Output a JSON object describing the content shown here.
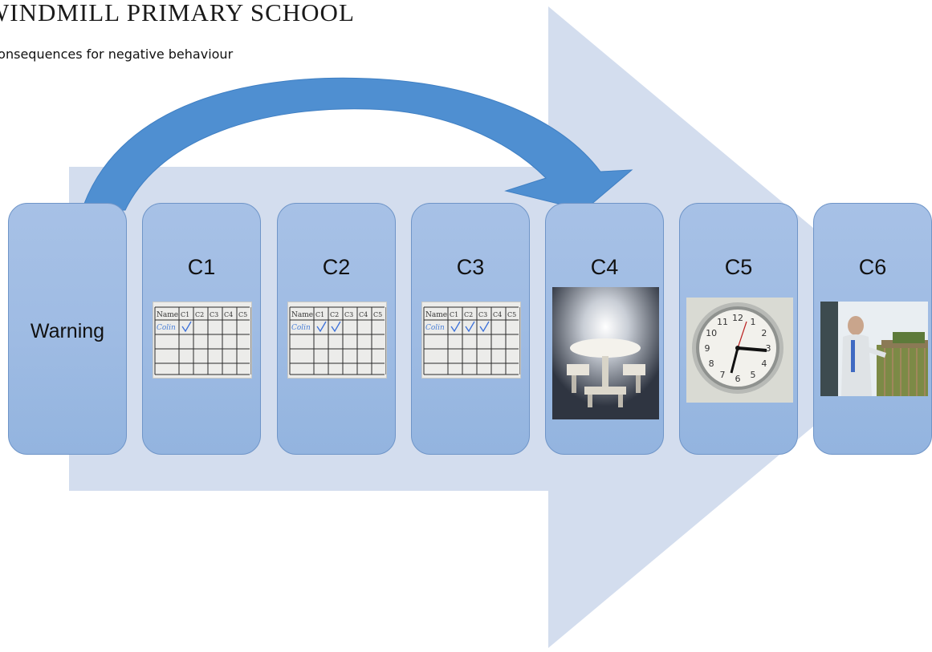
{
  "header": {
    "school_name": "WINDMILL PRIMARY SCHOOL",
    "subtitle": "Consequences for negative behaviour"
  },
  "steps": [
    {
      "label": "Warning"
    },
    {
      "label": "C1",
      "board": {
        "headers": [
          "Name",
          "C1",
          "C2",
          "C3",
          "C4",
          "C5"
        ],
        "name": "Colin",
        "ticks": 1
      }
    },
    {
      "label": "C2",
      "board": {
        "headers": [
          "Name",
          "C1",
          "C2",
          "C3",
          "C4",
          "C5"
        ],
        "name": "Colin",
        "ticks": 2
      }
    },
    {
      "label": "C3",
      "board": {
        "headers": [
          "Name",
          "C1",
          "C2",
          "C3",
          "C4",
          "C5"
        ],
        "name": "Colin",
        "ticks": 3
      }
    },
    {
      "label": "C4",
      "image": "picnic-table-photo"
    },
    {
      "label": "C5",
      "image": "wall-clock-photo",
      "clock_numbers": [
        "12",
        "1",
        "2",
        "3",
        "4",
        "5",
        "6",
        "7",
        "8",
        "9",
        "10",
        "11"
      ]
    },
    {
      "label": "C6",
      "image": "person-outdoors-photo"
    }
  ],
  "colors": {
    "background_arrow": "#d3ddee",
    "curved_arrow": "#4f8fd1",
    "card_fill": "#a2bee4",
    "card_border": "#6f95c8",
    "tick_color": "#3a6fd8",
    "name_color": "#4a7fd6"
  }
}
